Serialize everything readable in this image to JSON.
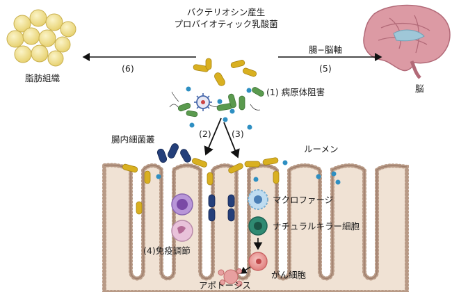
{
  "title": {
    "line1": "バクテリオシン産生",
    "line2": "プロバイオティック乳酸菌"
  },
  "labels": {
    "adipose": "脂肪組織",
    "brain": "脳",
    "gut_brain_axis": "腸−脳軸",
    "step5": "(5)",
    "step6": "(6)",
    "pathogen_inhibition": "(1) 病原体阻害",
    "step2": "(2)",
    "step3": "(3)",
    "microbiota": "腸内細菌叢",
    "lumen": "ルーメン",
    "macrophage": "マクロファージ",
    "nk_cell": "ナチュラルキラー細胞",
    "immunomodulation": "(4)免疫調節",
    "apoptosis": "アポトーシス",
    "cancer_cell": "がん細胞"
  },
  "colors": {
    "lab_bacteria": "#d9b020",
    "gut_microbiota": "#243f7a",
    "pathogen": "#5a9a4e",
    "tissue": "#f0e2d4",
    "brain": "#d58c98",
    "fat": "#f3e49a"
  }
}
